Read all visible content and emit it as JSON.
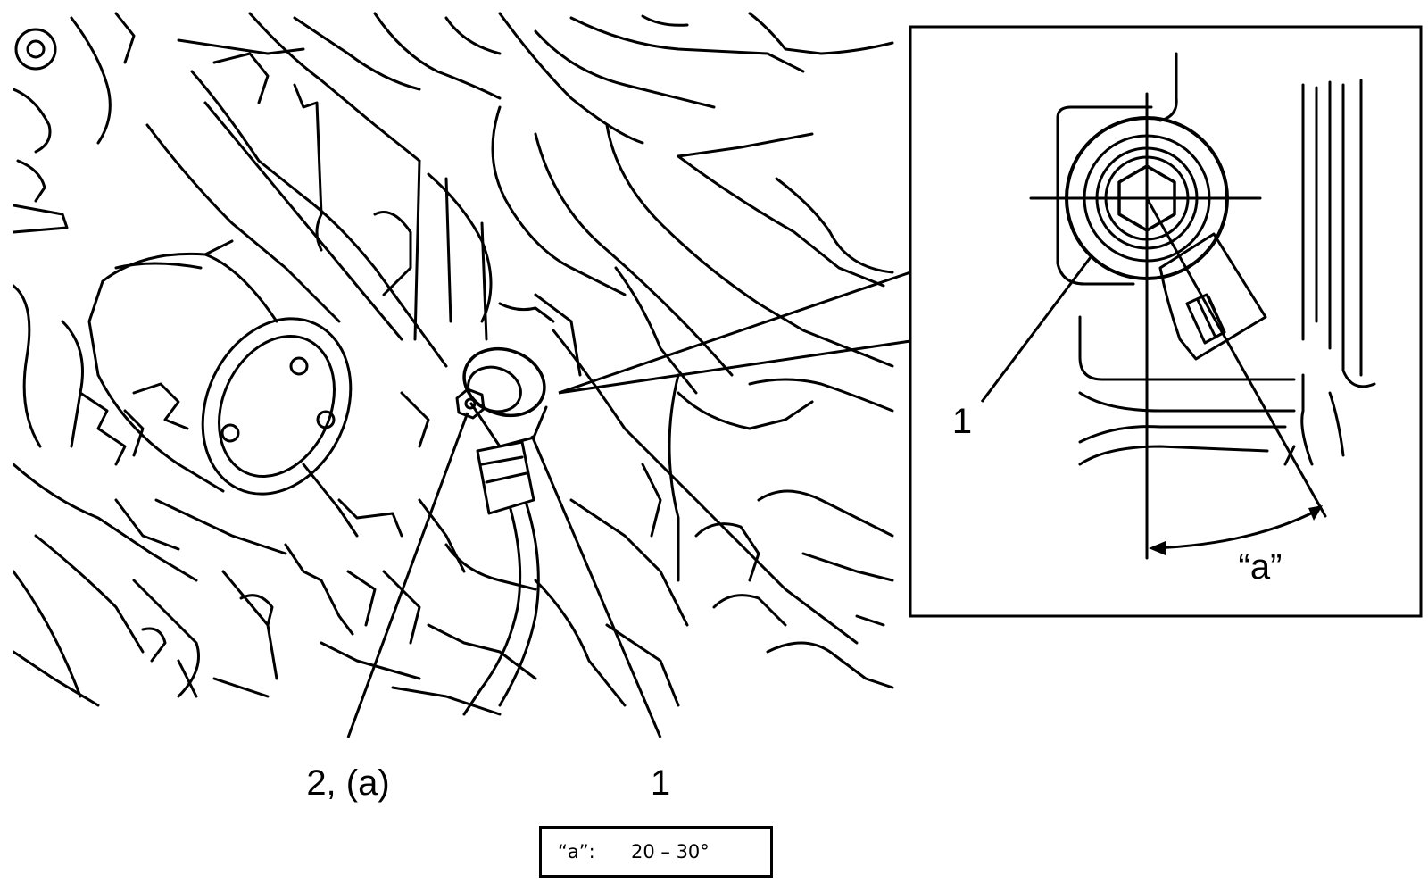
{
  "callouts": {
    "main_label_1": "1",
    "main_label_2": "2, (a)",
    "inset_label_1": "1",
    "inset_angle": "“a”"
  },
  "legend": {
    "key": "“a”:",
    "value": "20 – 30°"
  }
}
